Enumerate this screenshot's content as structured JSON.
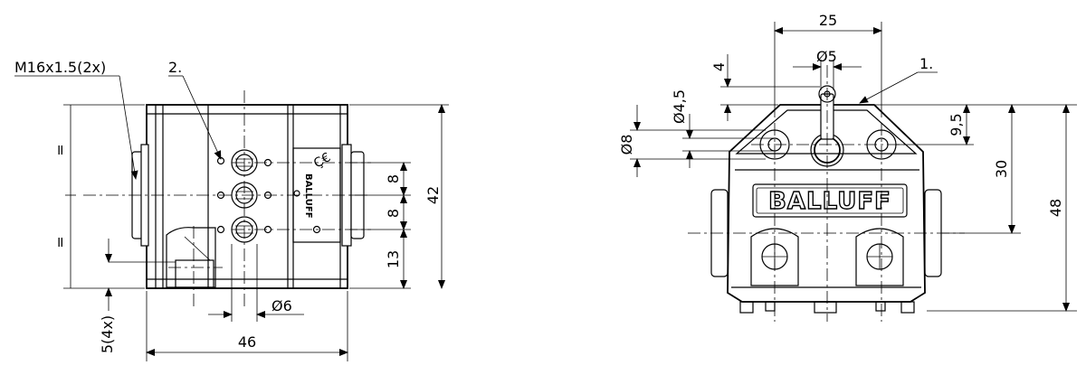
{
  "side_view": {
    "thread_label": "M16x1.5(2x)",
    "callout_2": "2.",
    "dims": {
      "height_total": "42",
      "upper_pitch": "8",
      "lower_pitch": "8",
      "bottom_offset": "13",
      "led_diameter": "Ø6",
      "width_total": "46",
      "mount_holes": "5(4x)",
      "equal_top": "=",
      "equal_bottom": "="
    }
  },
  "front_view": {
    "brand": "BALLUFF",
    "callout_1": "1.",
    "dims": {
      "width_25": "25",
      "pin_diameter": "Ø5",
      "pin_height": "4",
      "hole_small": "Ø4,5",
      "hole_large": "Ø8",
      "offset_9_5": "9,5",
      "height_30": "30",
      "height_48": "48"
    }
  },
  "colors": {
    "line": "#000000",
    "background": "#ffffff"
  }
}
